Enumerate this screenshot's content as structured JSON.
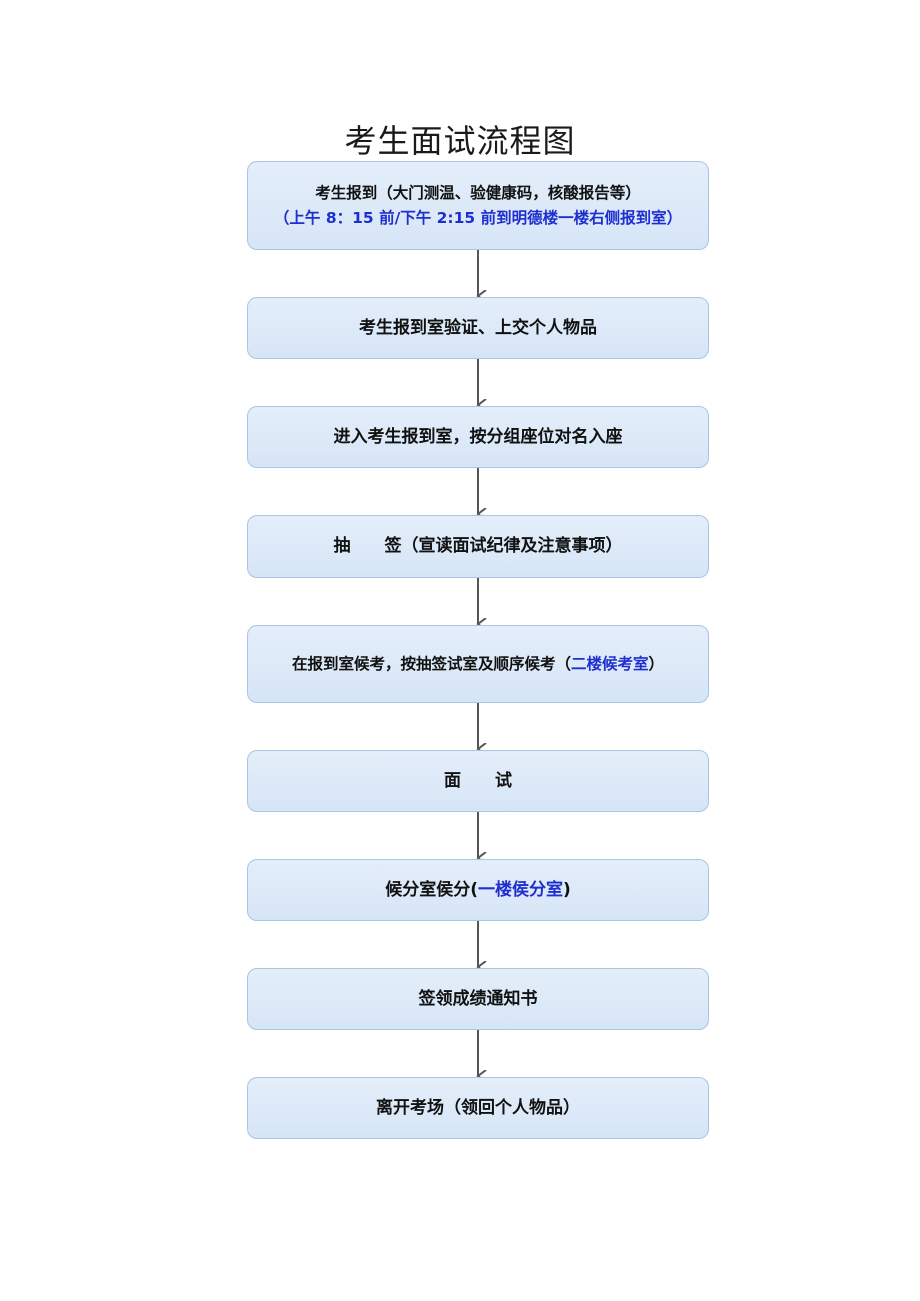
{
  "title": "考生面试流程图",
  "steps": [
    {
      "line1": "考生报到（大门测温、验健康码，核酸报告等）",
      "line2": "（上午 8：15 前/下午 2:15 前到明德楼一楼右侧报到室）"
    },
    {
      "text": "考生报到室验证、上交个人物品"
    },
    {
      "text": "进入考生报到室，按分组座位对名入座"
    },
    {
      "text": "抽　　签（宣读面试纪律及注意事项）"
    },
    {
      "text": "在报到室候考，按抽签试室及顺序候考（",
      "highlight": "二楼候考室",
      "suffix": "）"
    },
    {
      "text": "面　　试"
    },
    {
      "text": "候分室侯分(",
      "highlight": "一楼侯分室",
      "suffix": ")"
    },
    {
      "text": "签领成绩通知书"
    },
    {
      "text": "离开考场（领回个人物品）"
    }
  ],
  "colors": {
    "box_fill": "#dce8f7",
    "box_border": "#a9c6e4",
    "highlight": "#1f2fcf",
    "arrow": "#555555"
  }
}
